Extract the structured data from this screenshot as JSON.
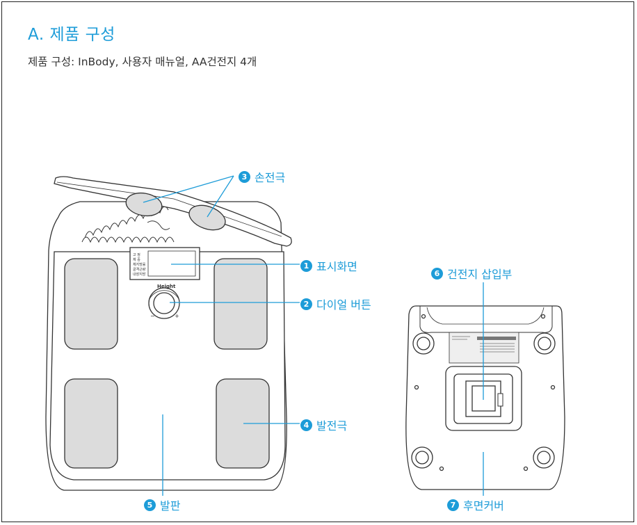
{
  "header": {
    "title": "A. 제품 구성",
    "subtitle": "제품 구성: InBody, 사용자 매뉴얼, AA건전지 4개"
  },
  "display_panel_text": [
    "고 정",
    "체 중",
    "체지방률",
    "골격근량",
    "내장지방"
  ],
  "dial_text": {
    "top": "Height",
    "minus": "−",
    "plus": "+"
  },
  "callouts": [
    {
      "number": "3",
      "label": "손전극"
    },
    {
      "number": "1",
      "label": "표시화면"
    },
    {
      "number": "2",
      "label": "다이얼 버튼"
    },
    {
      "number": "4",
      "label": "발전극"
    },
    {
      "number": "5",
      "label": "발판"
    },
    {
      "number": "6",
      "label": "건전지 삽입부"
    },
    {
      "number": "7",
      "label": "후면커버"
    }
  ],
  "colors": {
    "accent": "#1d9cd8",
    "electrode": "#dcdcdc",
    "outline": "#333333"
  }
}
